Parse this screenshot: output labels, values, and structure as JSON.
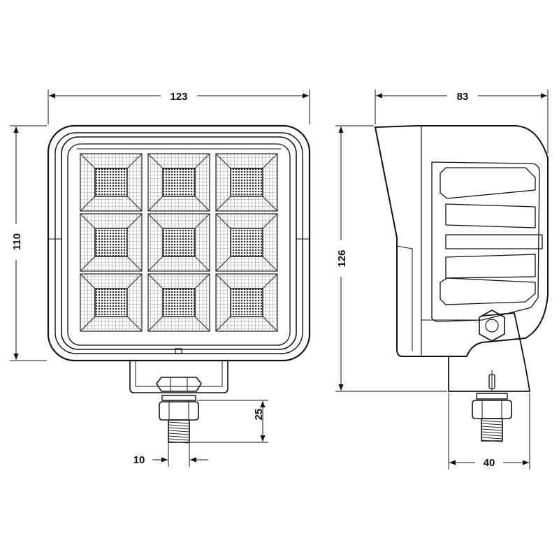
{
  "dimensions": {
    "front_width": "123",
    "front_height": "110",
    "side_depth": "83",
    "side_height": "126",
    "bolt_length": "25",
    "bolt_diameter": "10",
    "bracket_width": "40"
  },
  "colors": {
    "line": "#111111",
    "background": "#ffffff"
  }
}
